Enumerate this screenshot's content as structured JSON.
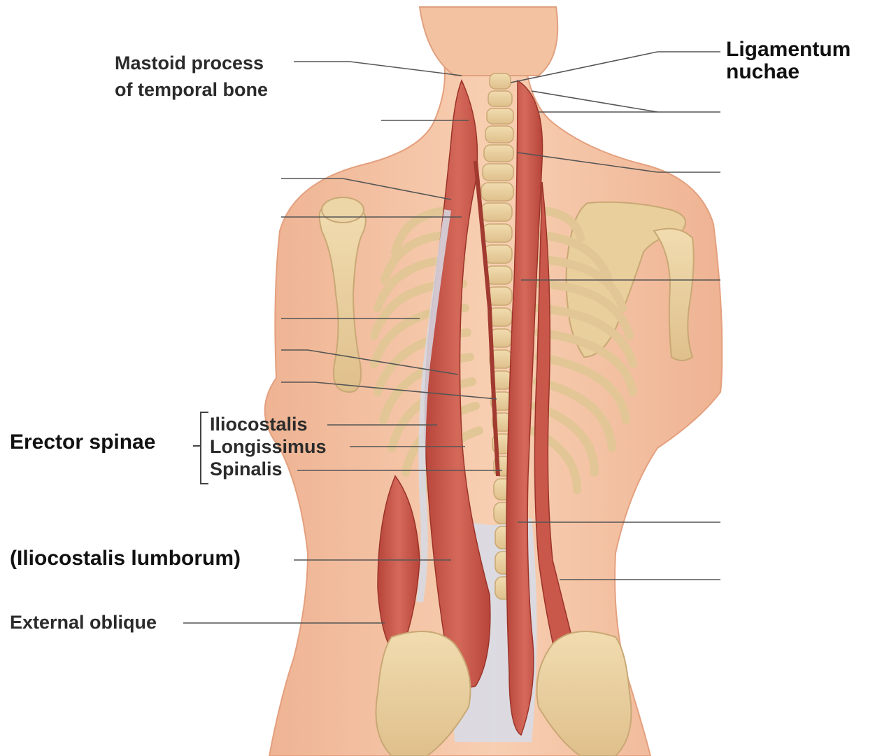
{
  "labels": {
    "mastoid_line1": "Mastoid process",
    "mastoid_line2": "of temporal bone",
    "ligamentum_line1": "Ligamentum",
    "ligamentum_line2": "nuchae",
    "erector_spinae": "Erector spinae",
    "iliocostalis": "Iliocostalis",
    "longissimus": "Longissimus",
    "spinalis": "Spinalis",
    "iliocostalis_lumborum": "(Iliocostalis lumborum)",
    "external_oblique": "External oblique"
  },
  "colors": {
    "skin": "#f6c6a6",
    "skin_shadow": "#e9a987",
    "bone": "#ead2a2",
    "bone_edge": "#c9a874",
    "muscle": "#c9574a",
    "muscle_dark": "#a8392f",
    "tendon": "#d9dde8",
    "leader": "#555555"
  }
}
